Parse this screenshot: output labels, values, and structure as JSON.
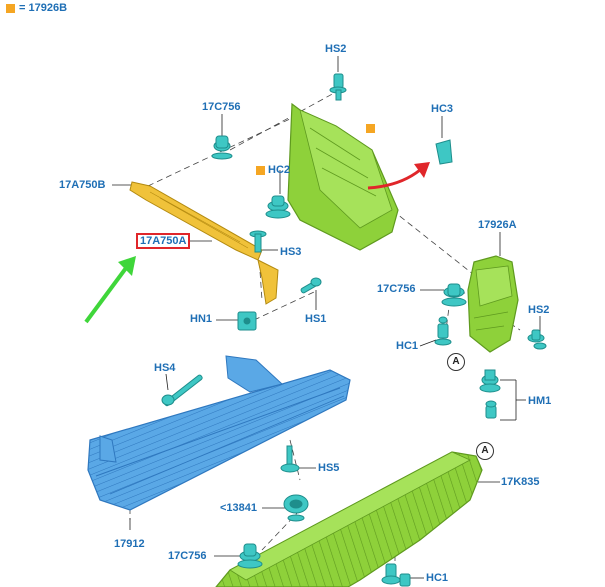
{
  "legend": {
    "marker_color": "#f5a623",
    "text": "= 17926B"
  },
  "colors": {
    "label": "#1f6fb5",
    "green_part": "#8ed13a",
    "blue_part": "#5aa8e6",
    "yellow_part": "#f0c23a",
    "fastener": "#3ec7c4",
    "highlight_box": "#e0262a",
    "arrow_green": "#3fd63a",
    "arrow_red": "#e0262a"
  },
  "labels": {
    "hs2_top": "HS2",
    "c756_top": "17C756",
    "hc3": "HC3",
    "a750b": "17A750B",
    "hc2": "HC2",
    "a750a": "17A750A",
    "hs3": "HS3",
    "a926a": "17926A",
    "c756_mid": "17C756",
    "hs2_right": "HS2",
    "hn1": "HN1",
    "hs1": "HS1",
    "hc1_mid": "HC1",
    "hm1": "HM1",
    "hs4": "HS4",
    "k835": "17K835",
    "hs5": "HS5",
    "c13841": "<13841",
    "n17912": "17912",
    "c756_bottom": "17C756",
    "hc1_bottom": "HC1"
  },
  "callouts": {
    "a_upper": "A",
    "a_lower": "A"
  },
  "icons": [
    "orange-square-marker",
    "green-arrow",
    "red-arrow",
    "push-pin-fastener",
    "bolt-fastener",
    "clip-fastener",
    "nut-fastener"
  ]
}
